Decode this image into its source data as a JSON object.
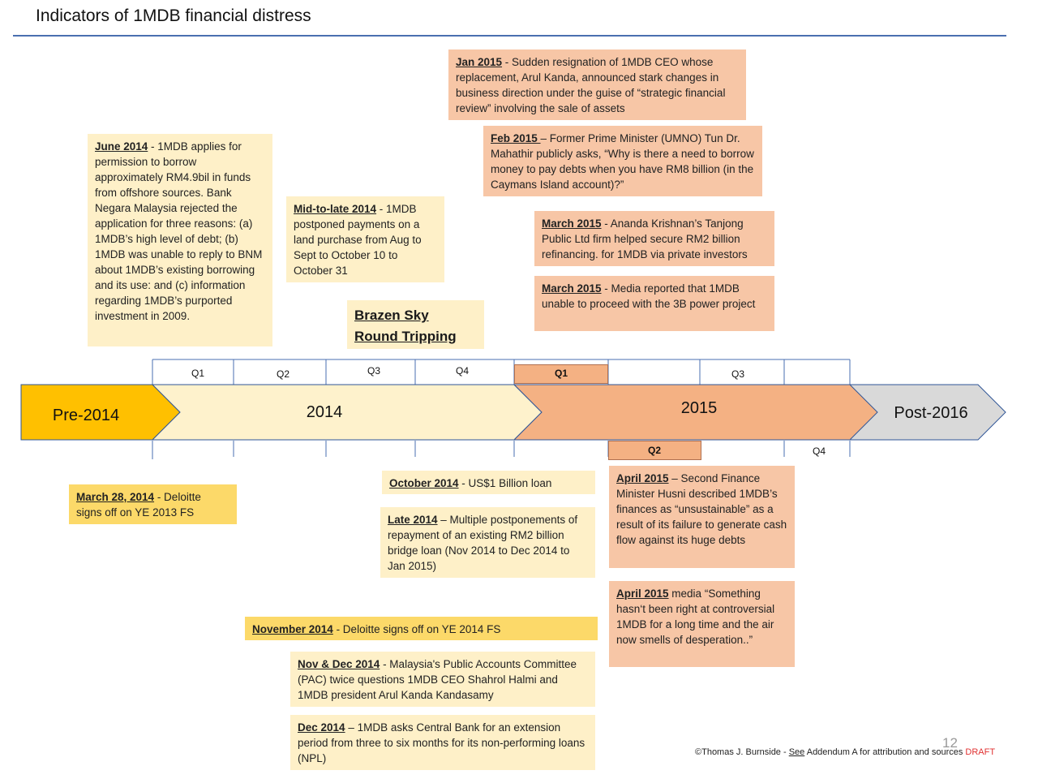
{
  "title": "Indicators of 1MDB financial distress",
  "timeline": {
    "segments": {
      "pre": "Pre-2014",
      "y2014": "2014",
      "y2015": "2015",
      "post": "Post-2016"
    },
    "quarters_top": [
      "Q1",
      "Q2",
      "Q3",
      "Q4",
      "Q1",
      "Q3"
    ],
    "quarters_bottom": [
      "Q2",
      "Q4"
    ],
    "colors": {
      "pre": "#ffc000",
      "y2014": "#fef2cc",
      "y2015": "#f4b183",
      "post": "#d9d9d9"
    }
  },
  "callout": {
    "line1": "Brazen Sky",
    "line2": "Round Tripping"
  },
  "notes": {
    "jun2014": {
      "lead": "June 2014",
      "text": " - 1MDB applies for permission to borrow approximately RM4.9bil in funds from offshore sources. Bank Negara Malaysia rejected the application for three reasons: (a) 1MDB’s high level of debt; (b) 1MDB was unable to reply to BNM about 1MDB’s existing borrowing and its use: and (c) information regarding 1MDB’s purported investment in 2009."
    },
    "midlate2014": {
      "lead": "Mid-to-late 2014",
      "text": " - 1MDB postponed payments on a land purchase from Aug to Sept to October 10 to October 31"
    },
    "jan2015": {
      "lead": "Jan 2015",
      "text": " - Sudden resignation of 1MDB CEO whose replacement, Arul Kanda, announced stark changes in business direction under the guise of “strategic financial review” involving the sale of assets"
    },
    "feb2015": {
      "lead": "Feb 2015 ",
      "text": "– Former Prime Minister (UMNO) Tun Dr. Mahathir publicly asks, “Why is there a need to borrow money to pay debts when you have RM8 billion (in the Caymans Island account)?”"
    },
    "mar2015a": {
      "lead": "March 2015",
      "text": " - Ananda Krishnan’s Tanjong Public Ltd firm helped secure RM2 billion refinancing. for 1MDB via private investors"
    },
    "mar2015b": {
      "lead": "March 2015",
      "text": " - Media reported that 1MDB unable to proceed with the 3B power project"
    },
    "mar282014": {
      "lead": "March 28, 2014",
      "text": " - Deloitte signs off on YE 2013 FS"
    },
    "oct2014": {
      "lead": "October 2014",
      "text": " - US$1 Billion loan"
    },
    "late2014": {
      "lead": "Late 2014",
      "text": " – Multiple postponements of repayment of an existing RM2 billion bridge loan (Nov 2014 to Dec 2014 to Jan 2015)"
    },
    "nov2014": {
      "lead": "November 2014",
      "text": " - Deloitte signs off on YE 2014 FS"
    },
    "novdec2014": {
      "lead": "Nov & Dec 2014",
      "text": " - Malaysia's Public Accounts Committee (PAC) twice questions 1MDB CEO Shahrol Halmi and 1MDB president Arul Kanda Kandasamy"
    },
    "dec2014": {
      "lead": "Dec 2014",
      "text": " – 1MDB asks Central Bank for an extension period from three to six months for its non-performing loans (NPL)"
    },
    "apr2015a": {
      "lead": "April 2015",
      "text": " – Second Finance Minister Husni described 1MDB’s finances as “unsustainable” as a result of its failure to generate cash flow against its huge debts"
    },
    "apr2015b": {
      "lead": "April 2015",
      "text": " media “Something hasn‘t been right at controversial 1MDB for a long time and the air now smells of desperation..”"
    }
  },
  "footer": {
    "prefix": "©Thomas J. Burnside - ",
    "see": "See",
    "suffix": " Addendum A for attribution and sources ",
    "draft": "DRAFT"
  },
  "page_number": "12"
}
